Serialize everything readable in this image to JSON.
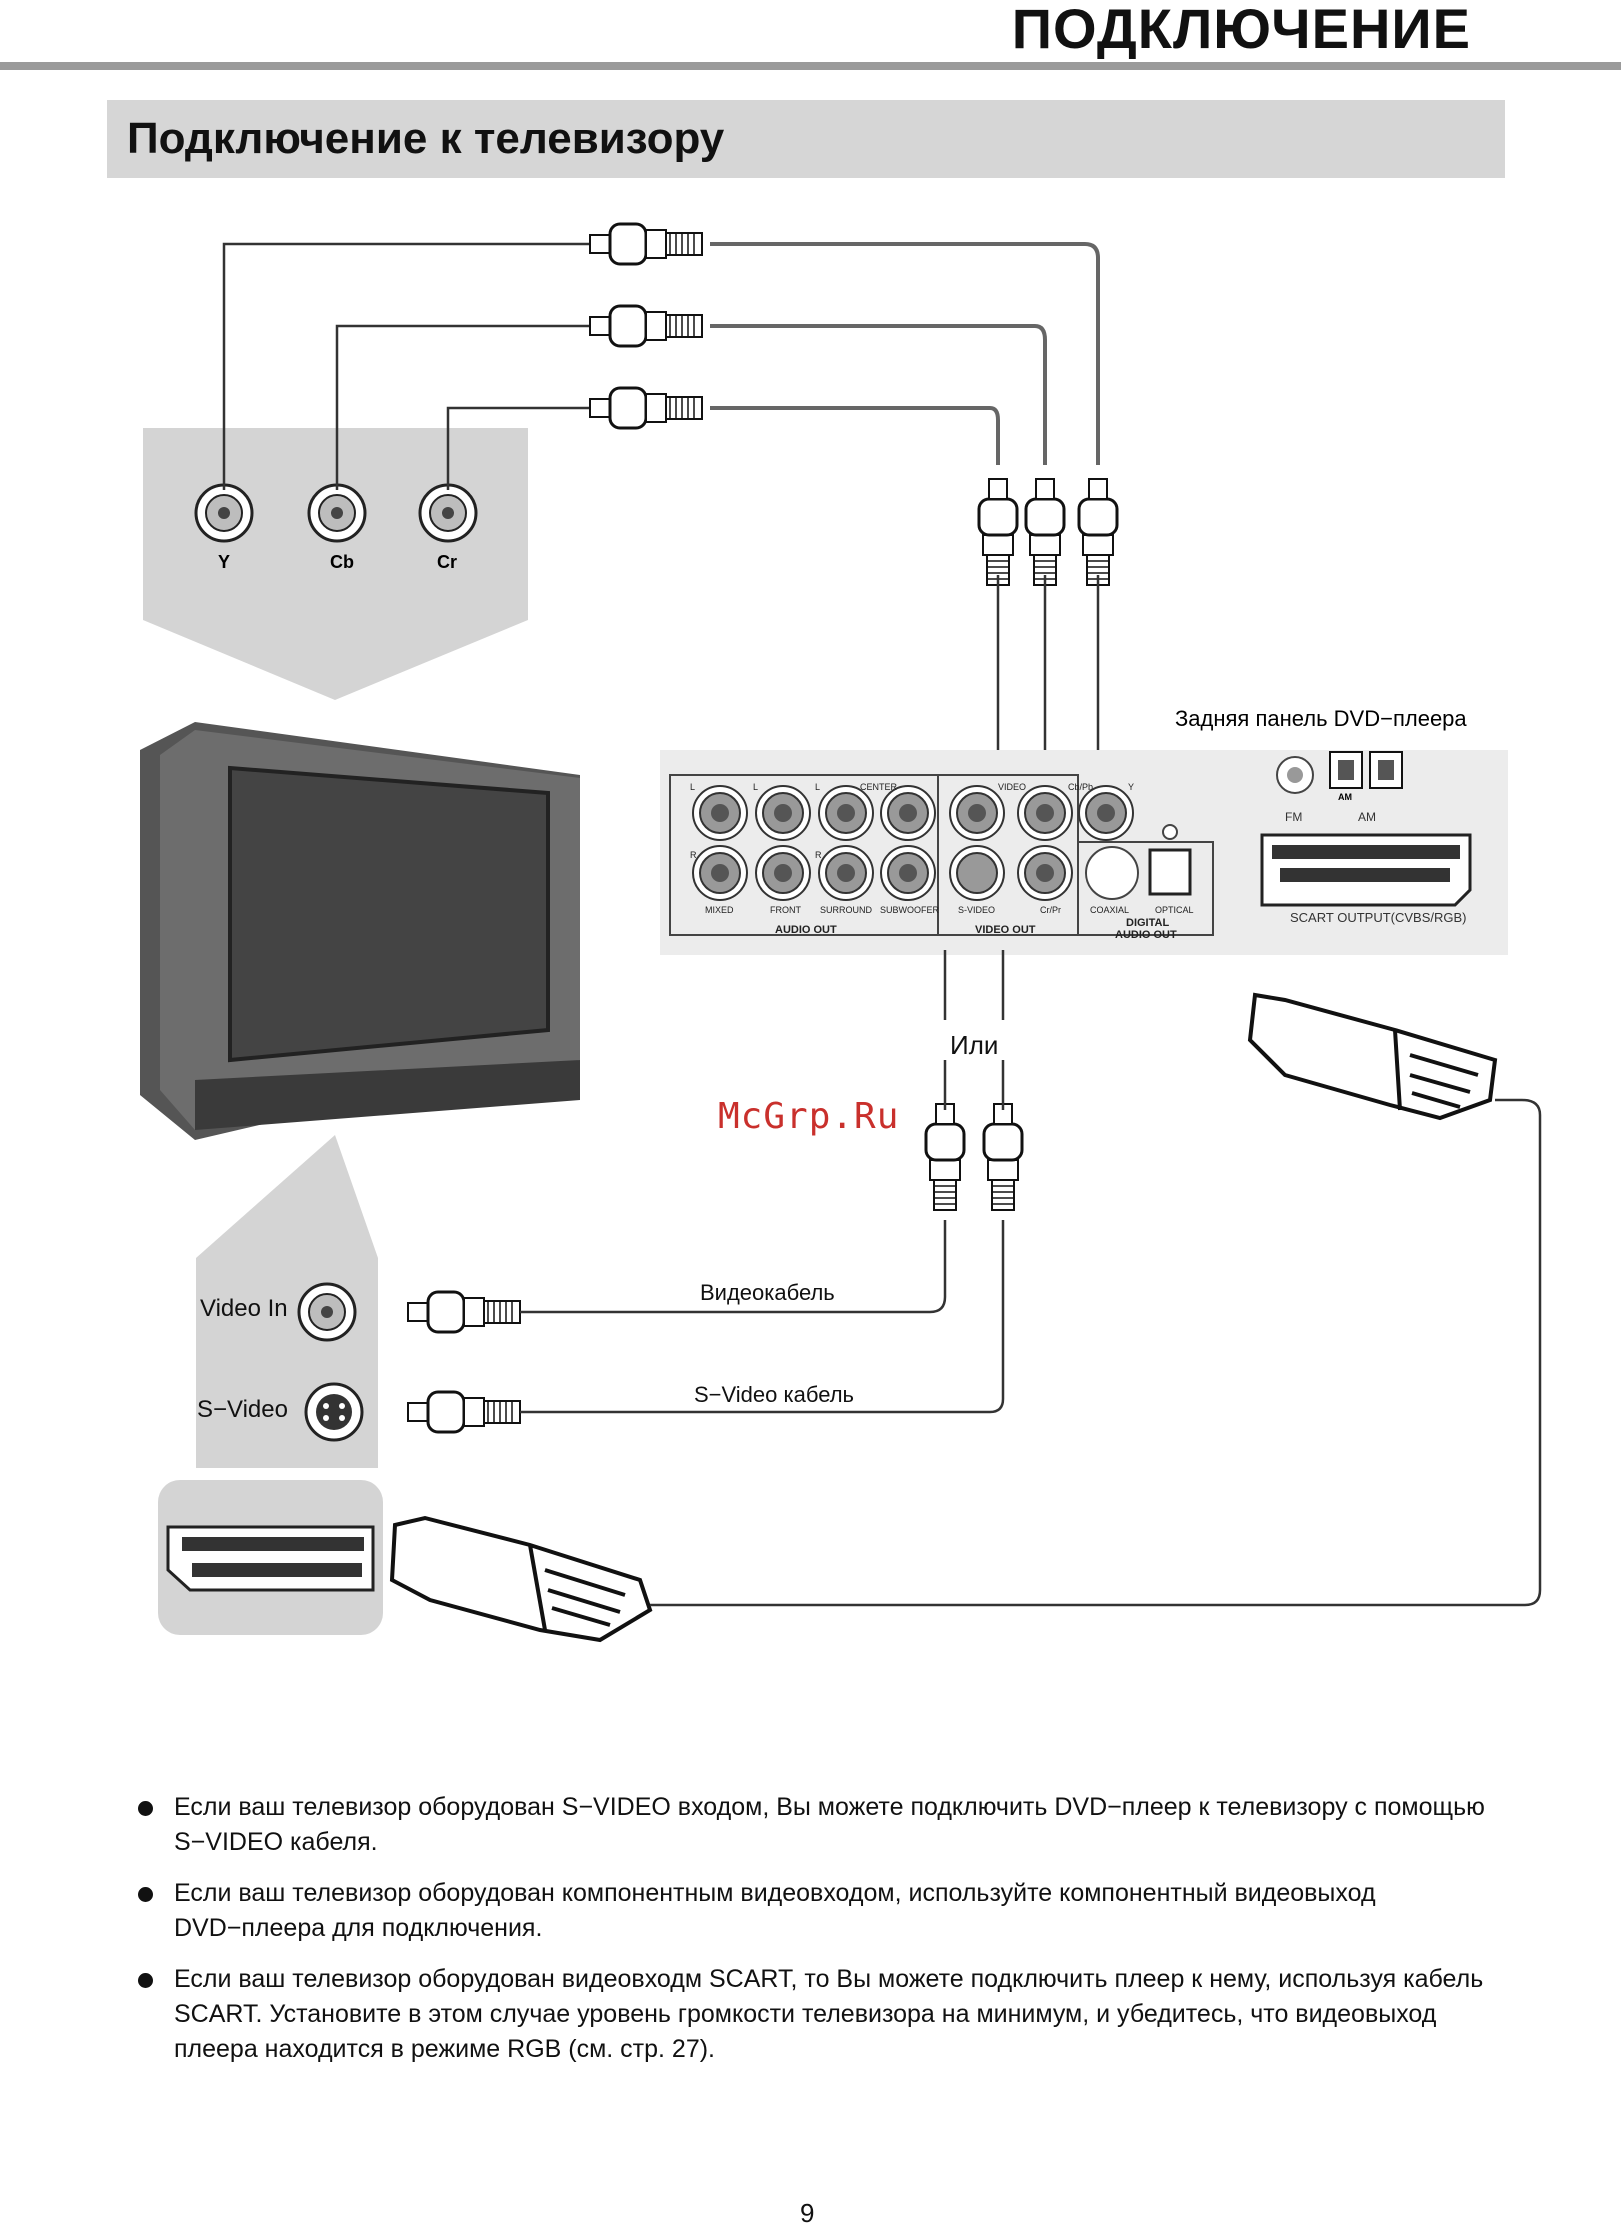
{
  "header": {
    "title": "ПОДКЛЮЧЕНИЕ"
  },
  "section": {
    "title": "Подключение к телевизору"
  },
  "tv_component_panel": {
    "labels": [
      "Y",
      "Cb",
      "Cr"
    ]
  },
  "dvd_panel": {
    "caption": "Задняя панель DVD−плеера",
    "audio_out": {
      "top_labels": [
        "L",
        "L",
        "L",
        "CENTER"
      ],
      "row2_labels": [
        "R",
        "R"
      ],
      "bottom_labels": [
        "MIXED",
        "FRONT",
        "SURROUND",
        "SUBWOOFER"
      ],
      "group": "AUDIO OUT"
    },
    "video_out": {
      "top_labels": [
        "VIDEO",
        "Cb/Pb",
        "Y"
      ],
      "bottom_labels": [
        "S-VIDEO",
        "Cr/Pr"
      ],
      "group": "VIDEO OUT"
    },
    "digital": {
      "labels": [
        "COAXIAL",
        "OPTICAL"
      ],
      "group_line1": "DIGITAL",
      "group_line2": "AUDIO OUT"
    },
    "antenna": {
      "labels": [
        "FM",
        "AM"
      ],
      "small": "AM"
    },
    "scart_label": "SCART OUTPUT(CVBS/RGB)"
  },
  "or_label": "Или",
  "watermark": "McGrp.Ru",
  "tv_inputs": {
    "video_in": "Video In",
    "s_video": "S−Video"
  },
  "cables": {
    "video": "Видеокабель",
    "svideo": "S−Video кабель"
  },
  "bullets": [
    "Если ваш телевизор оборудован S−VIDEO входом, Вы можете подключить DVD−плеер к телевизору с помощью S−VIDEO кабеля.",
    "Если ваш телевизор оборудован компонентным видеовходом, используйте компонентный видеовыход DVD−плеера для подключения.",
    "Если ваш телевизор оборудован видеовходм SCART, то Вы можете подключить плеер к нему, используя кабель SCART. Установите в этом случае уровень громкости телевизора на минимум, и убедитесь, что видеовыход плеера находится в режиме RGB (см. стр. 27)."
  ],
  "page_number": "9"
}
